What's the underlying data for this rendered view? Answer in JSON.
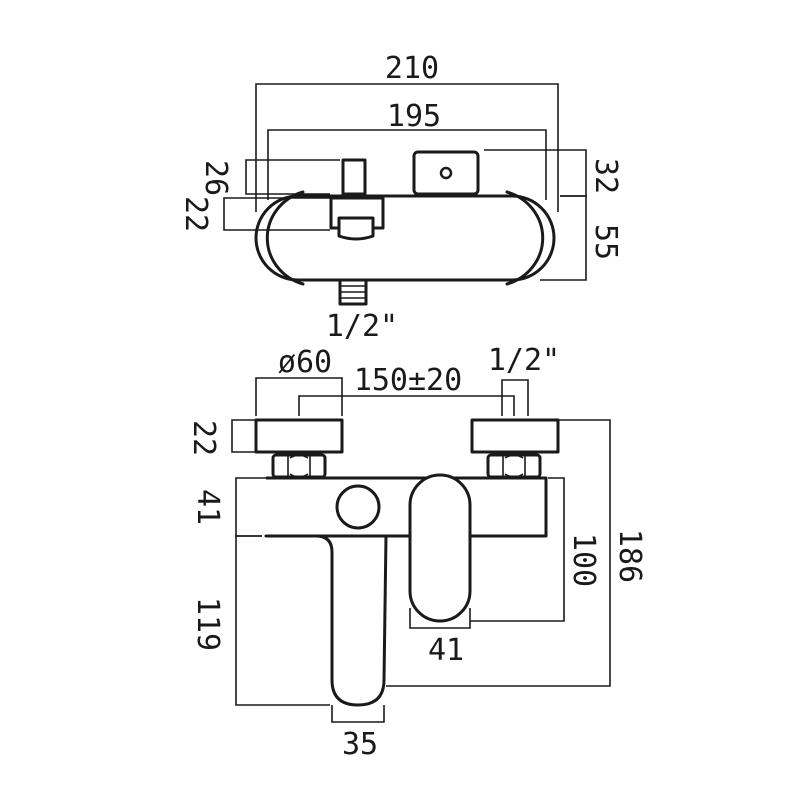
{
  "top_view": {
    "width_overall": "210",
    "width_body": "195",
    "height_spout_cap": "26",
    "height_spout": "22",
    "height_handle": "32",
    "depth_body": "55",
    "inlet_size": "1/2\""
  },
  "front_view": {
    "flange_diameter": "ø60",
    "centres": "150±20",
    "inlet_size": "1/2\"",
    "flange_depth": "22",
    "body_height": "41",
    "spout_drop": "119",
    "handle_height": "100",
    "total_height": "186",
    "handle_width": "41",
    "spout_width": "35"
  }
}
